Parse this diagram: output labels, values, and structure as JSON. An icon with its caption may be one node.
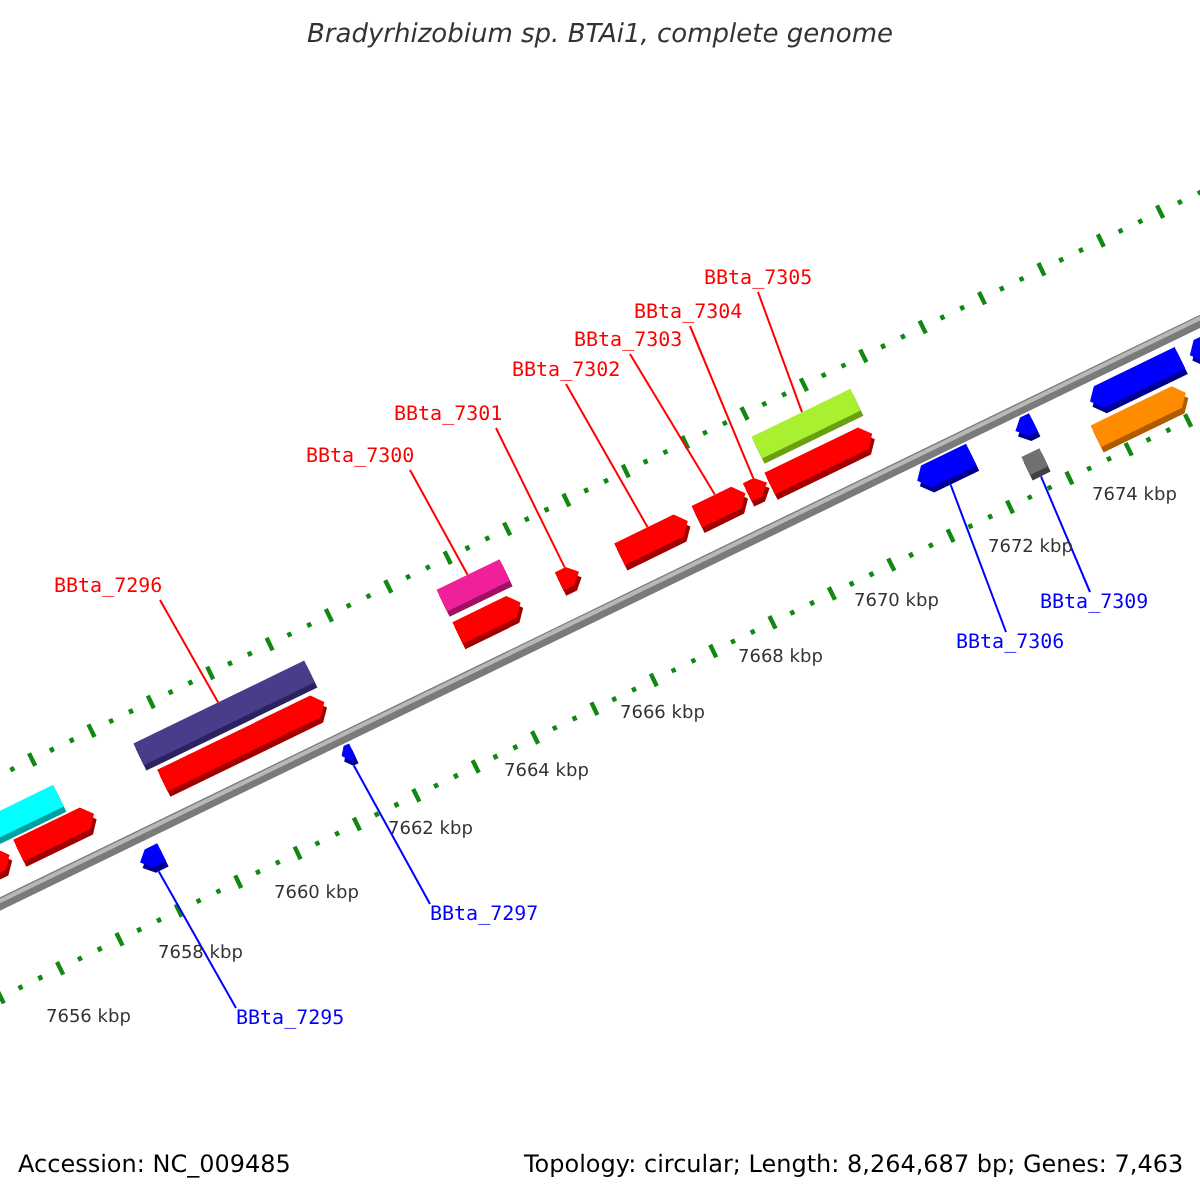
{
  "diagram": {
    "title": "Bradyrhizobium sp. BTAi1, complete genome",
    "nodes": [
      {
        "text": [
          "BBta_7305"
        ]
      },
      {
        "text": [
          "BBta_7304"
        ]
      },
      {
        "text": [
          "BBta_7303"
        ]
      },
      {
        "text": [
          "BBta_7302"
        ]
      },
      {
        "text": [
          "BBta_7301"
        ]
      },
      {
        "text": [
          "BBta_7300"
        ]
      },
      {
        "text": [
          "BBta_7296"
        ]
      },
      {
        "text": [
          "BBta_7309"
        ]
      },
      {
        "text": [
          "BBta_7306"
        ]
      },
      {
        "text": [
          "BBta_7297"
        ]
      },
      {
        "text": [
          "BBta_7295"
        ]
      },
      {
        "text": [],
        "shape": "pentagon"
      },
      {
        "text": [],
        "shape": "box"
      },
      {
        "text": [],
        "shape": "pentagon"
      },
      {
        "text": [],
        "shape": "pentagon"
      },
      {
        "text": [],
        "shape": "box"
      },
      {
        "text": [],
        "shape": "pentagon"
      },
      {
        "text": [],
        "shape": "pentagon"
      },
      {
        "text": [],
        "shape": "box"
      },
      {
        "text": [],
        "shape": "pentagon"
      },
      {
        "text": [],
        "shape": "pentagon"
      },
      {
        "text": [],
        "shape": "pentagon"
      },
      {
        "text": [],
        "shape": "pentagon"
      },
      {
        "text": [],
        "shape": "pentagon"
      },
      {
        "text": [],
        "shape": "box"
      },
      {
        "text": [],
        "shape": "pentagon"
      },
      {
        "text": [],
        "shape": "pentagon"
      },
      {
        "text": [],
        "shape": "box"
      },
      {
        "text": [],
        "shape": "pentagon"
      },
      {
        "text": [],
        "shape": "pentagon"
      },
      {
        "text": [],
        "shape": "pentagon"
      },
      {
        "text": [],
        "shape": "pentagon"
      }
    ],
    "edges": [
      {
        "from": 0,
        "to": 24,
        "arrow": "none"
      },
      {
        "from": 1,
        "to": 23,
        "arrow": "none"
      },
      {
        "from": 2,
        "to": 22,
        "arrow": "none"
      },
      {
        "from": 3,
        "to": 21,
        "arrow": "none"
      },
      {
        "from": 4,
        "to": 20,
        "arrow": "none"
      },
      {
        "from": 5,
        "to": 18,
        "arrow": "none"
      },
      {
        "from": 6,
        "to": 15,
        "arrow": "none"
      },
      {
        "from": 7,
        "to": 27,
        "arrow": "none",
        "color": "#0000ff"
      },
      {
        "from": 8,
        "to": 26,
        "arrow": "none",
        "color": "#0000ff"
      },
      {
        "from": 9,
        "to": 17,
        "arrow": "none",
        "color": "#0000ff"
      },
      {
        "from": 10,
        "to": 14,
        "arrow": "none",
        "color": "#0000ff"
      }
    ],
    "labels": [
      "7674 kbp",
      "7672 kbp",
      "7670 kbp",
      "7668 kbp",
      "7666 kbp",
      "7664 kbp",
      "7662 kbp",
      "7660 kbp",
      "7658 kbp",
      "7656 kbp",
      "Accession: NC_009485",
      "Topology: circular; Length: 8,264,687 bp; Genes: 7,463"
    ]
  }
}
